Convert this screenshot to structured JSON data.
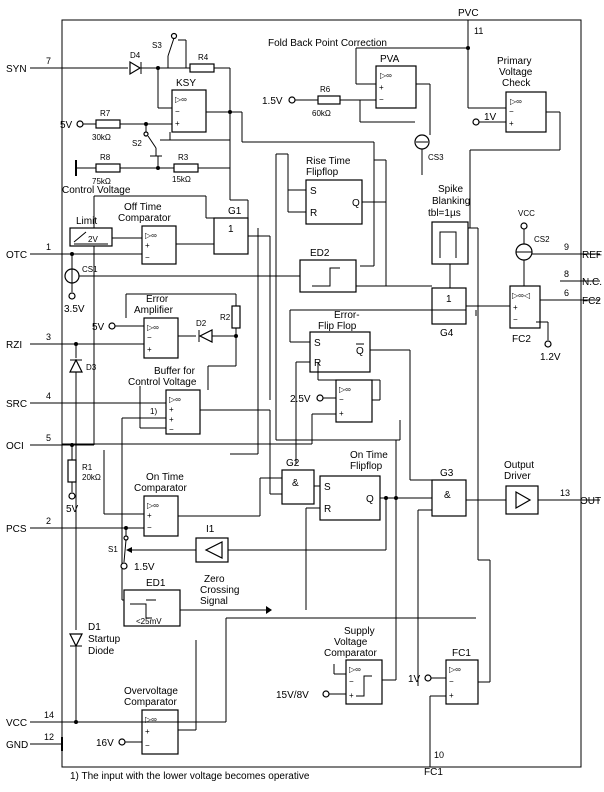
{
  "pins_left": [
    {
      "name": "SYN",
      "num": "7"
    },
    {
      "name": "OTC",
      "num": "1"
    },
    {
      "name": "RZI",
      "num": "3"
    },
    {
      "name": "SRC",
      "num": "4"
    },
    {
      "name": "OCI",
      "num": "5"
    },
    {
      "name": "PCS",
      "num": "2"
    },
    {
      "name": "VCC",
      "num": "14"
    },
    {
      "name": "GND",
      "num": "12"
    }
  ],
  "pins_right": [
    {
      "name": "REF",
      "num": "9"
    },
    {
      "name": "N.C.",
      "num": "8"
    },
    {
      "name": "FC2",
      "num": "6"
    },
    {
      "name": "OUT",
      "num": "13"
    }
  ],
  "pins_top": {
    "pvc": "PVC",
    "pvc_num": "11"
  },
  "pins_bottom": {
    "fc1": "FC1",
    "fc1_num": "10"
  },
  "blocks": {
    "fold_back": "Fold Back Point Correction",
    "pva": "PVA",
    "primary_voltage": [
      "Primary",
      "Voltage",
      "Check"
    ],
    "ksy": "KSY",
    "control_voltage": "Control Voltage",
    "limit": "Limit",
    "limit_val": "2V",
    "off_time": [
      "Off Time",
      "Comparator"
    ],
    "g1": "G1",
    "g1_sym": "1",
    "rise_time": [
      "Rise Time",
      "Flipflop"
    ],
    "ed2": "ED2",
    "spike": [
      "Spike",
      "Blanking"
    ],
    "spike_tbl": "tbl=1µs",
    "error_amp": [
      "Error",
      "Amplifier"
    ],
    "error_ff": [
      "Error-",
      "Flip Flop"
    ],
    "buffer": [
      "Buffer for",
      "Control Voltage"
    ],
    "buffer_note": "1)",
    "on_time_cmp": [
      "On Time",
      "Comparator"
    ],
    "g2": "G2",
    "on_time_ff": [
      "On Time",
      "Flipflop"
    ],
    "g3": "G3",
    "g4": "G4",
    "g4_sym": "1",
    "output_driver": [
      "Output",
      "Driver"
    ],
    "fc2": "FC2",
    "ed1": "ED1",
    "ed1_val": "<25mV",
    "zero_cross": [
      "Zero",
      "Crossing",
      "Signal"
    ],
    "i1": "I1",
    "startup": [
      "D1",
      "Startup",
      "Diode"
    ],
    "supply_cmp": [
      "Supply",
      "Voltage",
      "Comparator"
    ],
    "supply_val": "15V/8V",
    "fc1": "FC1",
    "overvolt": [
      "Overvoltage",
      "Comparator"
    ],
    "and_sym": "&"
  },
  "components": {
    "r4": "R4",
    "r7": "R7",
    "r7v": "30kΩ",
    "r8": "R8",
    "r8v": "75kΩ",
    "r3": "R3",
    "r3v": "15kΩ",
    "r6": "R6",
    "r6v": "60kΩ",
    "r1": "R1",
    "r1v": "20kΩ",
    "r2": "R2",
    "d4": "D4",
    "d2": "D2",
    "d3": "D3",
    "s1": "S1",
    "s2": "S2",
    "s3": "S3",
    "cs1": "CS1",
    "cs2": "CS2",
    "cs3": "CS3"
  },
  "voltages": {
    "v5a": "5V",
    "v15a": "1.5V",
    "v1": "1V",
    "vcc": "VCC",
    "v35": "3.5V",
    "v5b": "5V",
    "v25": "2.5V",
    "v12": "1.2V",
    "v5c": "5V",
    "v15b": "1.5V",
    "v16": "16V",
    "v1b": "1V"
  },
  "footnote": "1) The input with the lower voltage becomes operative",
  "ff": {
    "s": "S",
    "r": "R",
    "q": "Q",
    "qbar": "Q"
  }
}
